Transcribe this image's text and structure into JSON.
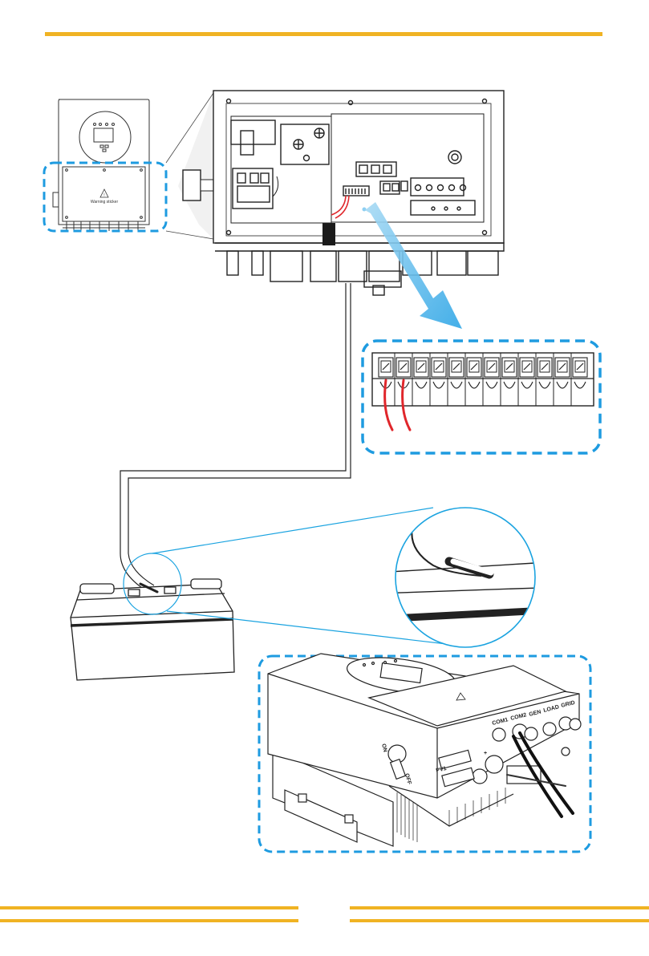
{
  "colors": {
    "accent_bar": "#F0B323",
    "callout_dash": "#1E9BE0",
    "sensor_line": "#1AA3E0",
    "arrow": "#4BB8EC",
    "red_wire": "#E0262B",
    "line": "#222222"
  },
  "inverter_small": {
    "label": "Warning sticker"
  },
  "terminal_block": {
    "count": 12,
    "wired_terminals": [
      1,
      2
    ]
  },
  "iso_inverter": {
    "ports": [
      "COM1",
      "COM2",
      "GEN",
      "LOAD",
      "GRID"
    ],
    "pv_label": "PV1",
    "switch_labels": [
      "ON",
      "OFF"
    ],
    "plus_sign": "+"
  },
  "icons": [
    "warning-triangle-icon",
    "screw-icon"
  ]
}
